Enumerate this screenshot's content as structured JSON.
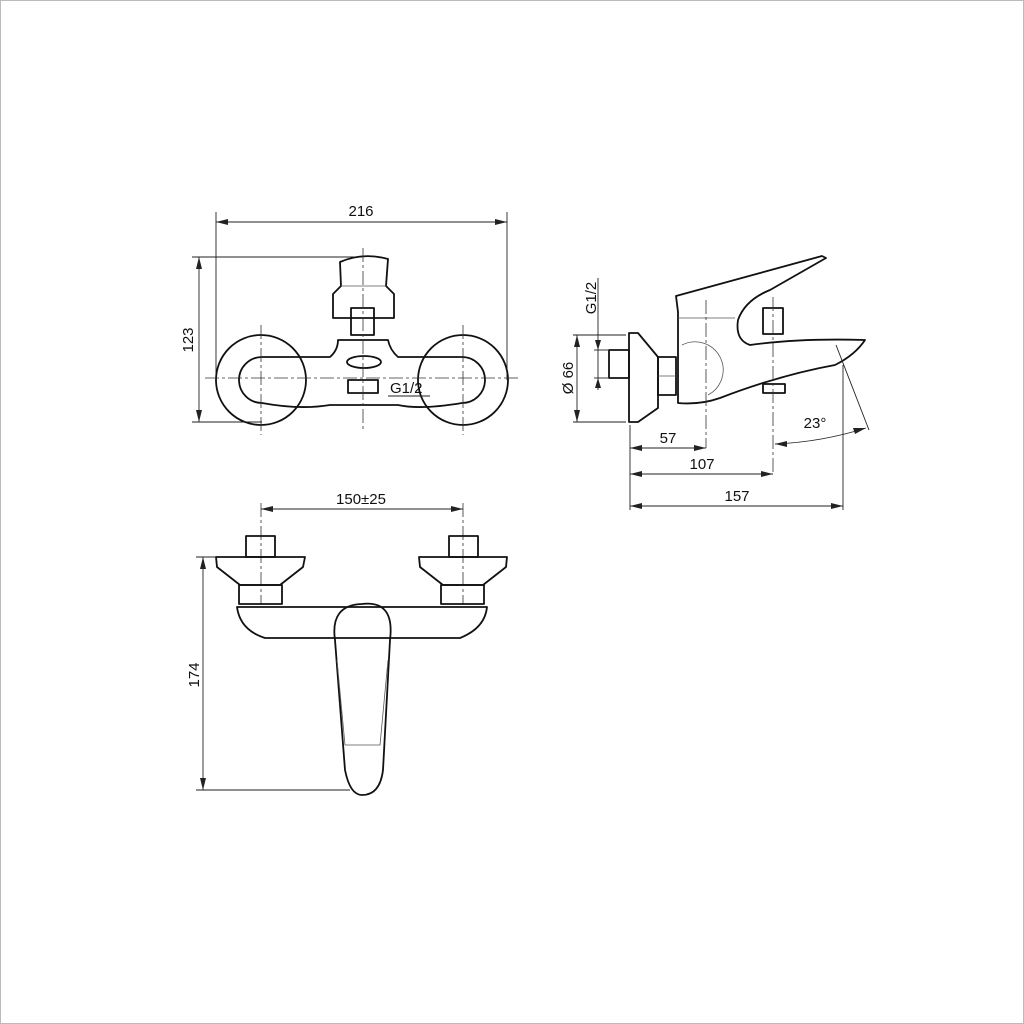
{
  "front_view": {
    "width_dim": "216",
    "height_dim": "123",
    "thread_label": "G1/2"
  },
  "side_view": {
    "thread_label": "G1/2",
    "diameter_dim": "Ø 66",
    "dim_57": "57",
    "dim_107": "107",
    "dim_157": "157",
    "angle_dim": "23°"
  },
  "bottom_view": {
    "spacing_dim": "150±25",
    "height_dim": "174"
  }
}
